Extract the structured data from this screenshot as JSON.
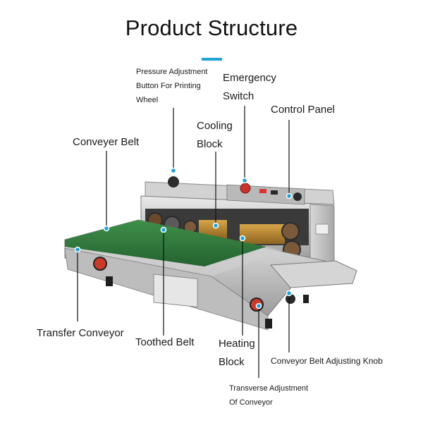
{
  "title": "Product Structure",
  "colors": {
    "accent": "#1fa3d8",
    "belt": "#2f7a3c",
    "steel": "#c9c9c9"
  },
  "labels": {
    "pressure": {
      "line1": "Pressure Adjustment",
      "line2": "Button For Printing",
      "line3": "Wheel"
    },
    "emergency": {
      "line1": "Emergency",
      "line2": "Switch"
    },
    "control_panel": "Control Panel",
    "cooling": {
      "line1": "Cooling",
      "line2": "Block"
    },
    "conveyer_belt": "Conveyer Belt",
    "transfer_conveyor": "Transfer Conveyor",
    "toothed_belt": "Toothed Belt",
    "heating": {
      "line1": "Heating",
      "line2": "Block"
    },
    "belt_knob": "Conveyor Belt Adjusting Knob",
    "transverse": {
      "line1": "Transverse Adjustment",
      "line2": "Of Conveyor"
    }
  }
}
